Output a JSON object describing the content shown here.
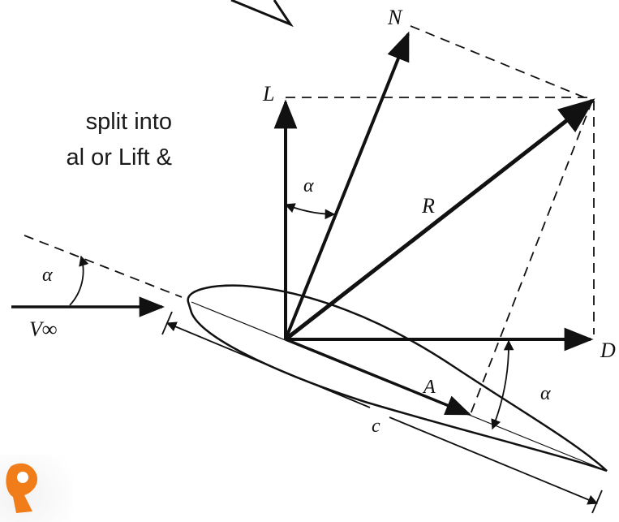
{
  "text": {
    "line1": "split into",
    "line2": "al or Lift &"
  },
  "labels": {
    "normal": "N",
    "lift": "L",
    "resultant": "R",
    "drag": "D",
    "axial": "A",
    "chord": "c",
    "freestream": "V∞",
    "alpha": "α"
  },
  "colors": {
    "ink": "#111111",
    "logo_orange": "#f07d1a"
  },
  "icons": {
    "logo": "orange-logo-icon"
  }
}
